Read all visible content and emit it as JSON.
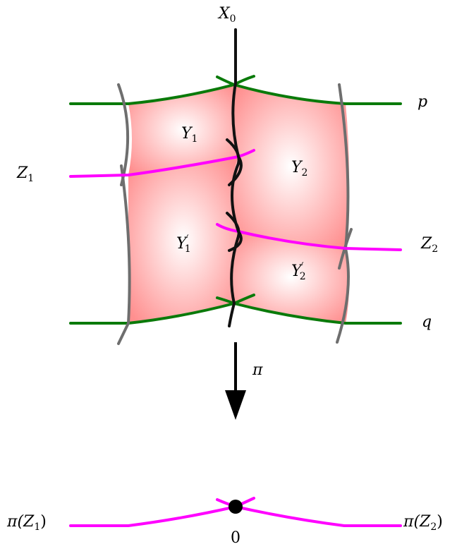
{
  "labels": {
    "x0": {
      "main": "X",
      "sub": "0"
    },
    "p": "p",
    "q": "q",
    "z1": {
      "main": "Z",
      "sub": "1"
    },
    "z2": {
      "main": "Z",
      "sub": "2"
    },
    "y1": {
      "main": "Y",
      "sub": "1"
    },
    "y2": {
      "main": "Y",
      "sub": "2"
    },
    "y1p": {
      "main": "Y",
      "prime": "′",
      "sub": "1"
    },
    "y2p": {
      "main": "Y",
      "prime": "′",
      "sub": "2"
    },
    "pi": "π",
    "pi_z1": {
      "pre": "π(",
      "main": "Z",
      "sub": "1",
      "post": ")"
    },
    "pi_z2": {
      "pre": "π(",
      "main": "Z",
      "sub": "2",
      "post": ")"
    },
    "zero": "0"
  },
  "colors": {
    "green": "#0a7a0a",
    "magenta": "#ff00ff",
    "gray": "#6e6e6e",
    "black": "#000000",
    "fill_center": "#ffffff",
    "fill_edge": "#ff8f8f"
  }
}
